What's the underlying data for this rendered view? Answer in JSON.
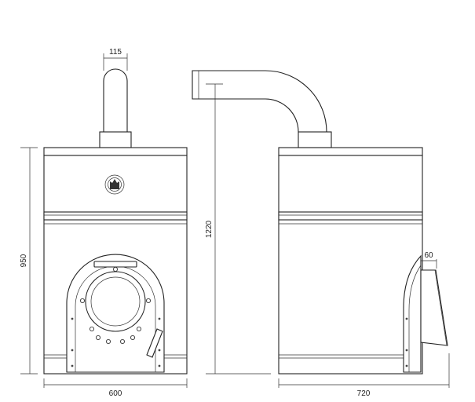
{
  "dimensions": {
    "flue_diameter": "115",
    "front_height": "950",
    "front_width": "600",
    "overall_height": "1220",
    "side_depth": "720",
    "door_projection": "60"
  },
  "logo": "stove-brand-emblem-icon"
}
